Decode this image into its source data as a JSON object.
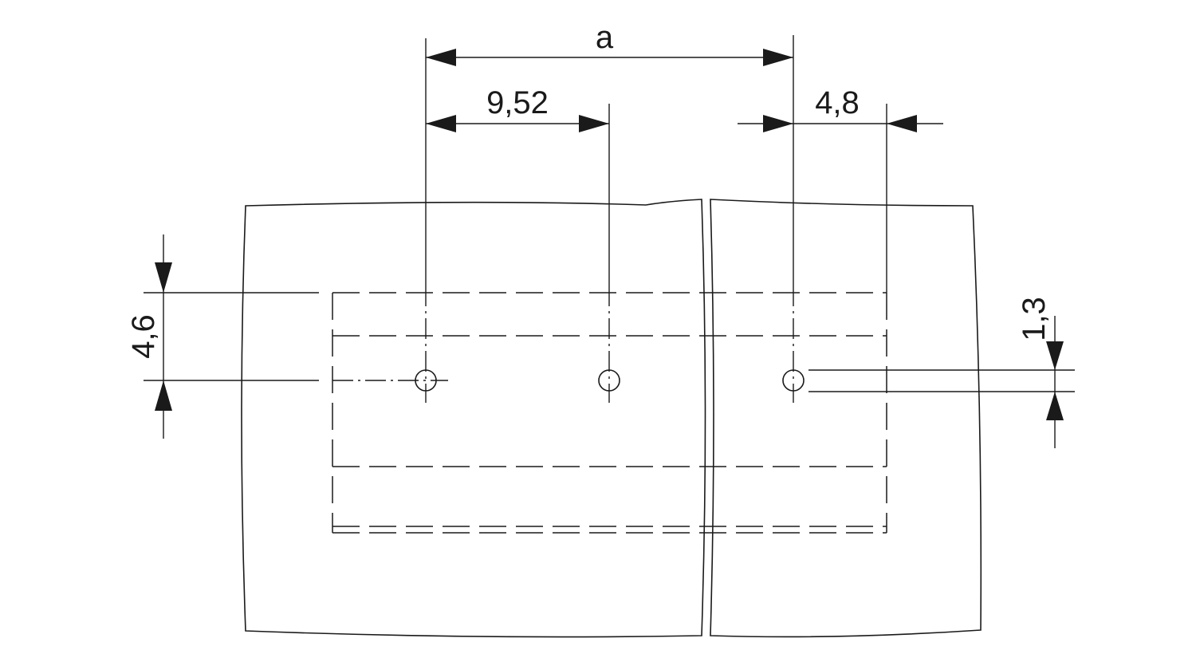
{
  "diagram": {
    "dimensions": {
      "a": "a",
      "pitch": "9,52",
      "edge": "4,8",
      "vertical_offset": "4,6",
      "pin_height": "1,3"
    },
    "pin_count_shown": 3,
    "line_color": "#1a1a1a",
    "background": "#ffffff"
  }
}
